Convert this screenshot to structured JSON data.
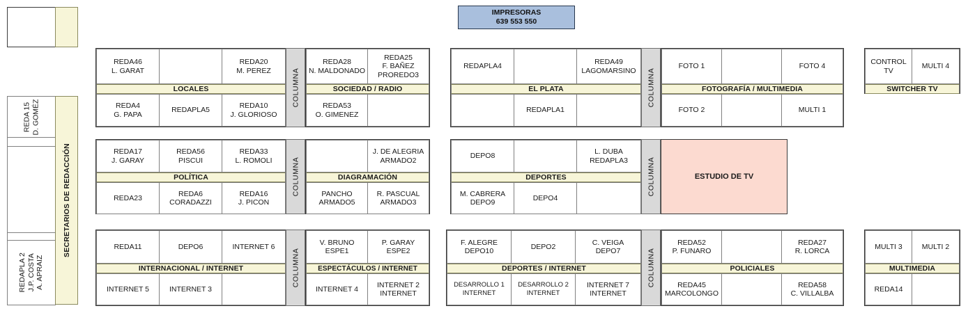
{
  "printers": {
    "title": "IMPRESORAS",
    "numbers": "639  553  550",
    "color": "#a9bfdd"
  },
  "sidebar": {
    "label": "SECRETARIOS DE REDACCIÓN",
    "top_box_empty": "",
    "cells": [
      {
        "name": "reda15",
        "text": "REDA 15\nD. GOMÉZ"
      },
      {
        "name": "empty-small",
        "text": ""
      },
      {
        "name": "empty-large",
        "text": ""
      },
      {
        "name": "empty-small-2",
        "text": ""
      },
      {
        "name": "redapla2",
        "text": "REDAPLA 2\nJ.P. COSTA\nA. APRAIZ"
      }
    ]
  },
  "columna_label": "COLUMNA",
  "studio": {
    "label": "ESTUDIO DE TV",
    "color": "#fcdad0"
  },
  "blocks": {
    "locales": {
      "label": "LOCALES",
      "top": [
        "REDA46\nL. GARAT",
        "",
        "REDA20\nM. PEREZ"
      ],
      "bottom": [
        "REDA4\nG. PAPA",
        "REDAPLA5",
        "REDA10\nJ. GLORIOSO"
      ]
    },
    "sociedad_radio": {
      "label": "SOCIEDAD / RADIO",
      "top": [
        "REDA28\nN. MALDONADO",
        "REDA25\nF. BAÑEZ\nPROREDO3"
      ],
      "bottom": [
        "REDA53\nO. GIMENEZ",
        ""
      ]
    },
    "el_plata": {
      "label": "EL PLATA",
      "top": [
        "REDAPLA4",
        "",
        "REDA49\nLAGOMARSINO"
      ],
      "bottom": [
        "",
        "REDAPLA1",
        ""
      ]
    },
    "fotografia_multimedia": {
      "label": "FOTOGRAFÍA / MULTIMEDIA",
      "top": [
        "FOTO 1",
        "",
        "FOTO 4"
      ],
      "bottom": [
        "FOTO 2",
        "",
        "MULTI 1"
      ]
    },
    "switcher_tv": {
      "label": "SWITCHER TV",
      "top": [
        "CONTROL TV",
        "MULTI 4"
      ],
      "bottom": []
    },
    "politica": {
      "label": "POLÍTICA",
      "top": [
        "REDA17\nJ. GARAY",
        "REDA56\nPISCUI",
        "REDA33\nL. ROMOLI"
      ],
      "bottom": [
        "REDA23",
        "REDA6\nCORADAZZI",
        "REDA16\nJ. PICON"
      ]
    },
    "diagramacion": {
      "label": "DIAGRAMACIÓN",
      "top": [
        "",
        "J. DE ALEGRIA\nARMADO2"
      ],
      "bottom": [
        "PANCHO\nARMADO5",
        "R. PASCUAL\nARMADO3"
      ]
    },
    "deportes": {
      "label": "DEPORTES",
      "top": [
        "DEPO8",
        "",
        "L. DUBA\nREDAPLA3"
      ],
      "bottom": [
        "M. CABRERA\nDEPO9",
        "DEPO4",
        ""
      ]
    },
    "internacional_internet": {
      "label": "INTERNACIONAL / INTERNET",
      "top": [
        "REDA11",
        "DEPO6",
        "INTERNET 6"
      ],
      "bottom": [
        "INTERNET 5",
        "INTERNET 3",
        ""
      ]
    },
    "espectaculos_internet": {
      "label": "ESPECTÁCULOS / INTERNET",
      "top": [
        "V. BRUNO\nESPE1",
        "P. GARAY\nESPE2"
      ],
      "bottom": [
        "INTERNET 4",
        "INTERNET 2\nINTERNET"
      ]
    },
    "deportes_internet": {
      "label": "DEPORTES / INTERNET",
      "top": [
        "F. ALEGRE\nDEPO10",
        "DEPO2",
        "C. VEIGA\nDEPO7"
      ],
      "bottom": [
        "DESARROLLO 1\nINTERNET",
        "DESARROLLO 2\nINTERNET",
        "INTERNET 7\nINTERNET"
      ]
    },
    "policiales": {
      "label": "POLICIALES",
      "top": [
        "REDA52\nP. FUNARO",
        "",
        "REDA27\nR. LORCA"
      ],
      "bottom": [
        "REDA45\nMARCOLONGO",
        "",
        "REDA58\nC. VILLALBA"
      ]
    },
    "multimedia": {
      "label": "MULTIMEDIA",
      "top": [
        "MULTI 3",
        "MULTI 2"
      ],
      "bottom": [
        "REDA14",
        ""
      ]
    }
  }
}
